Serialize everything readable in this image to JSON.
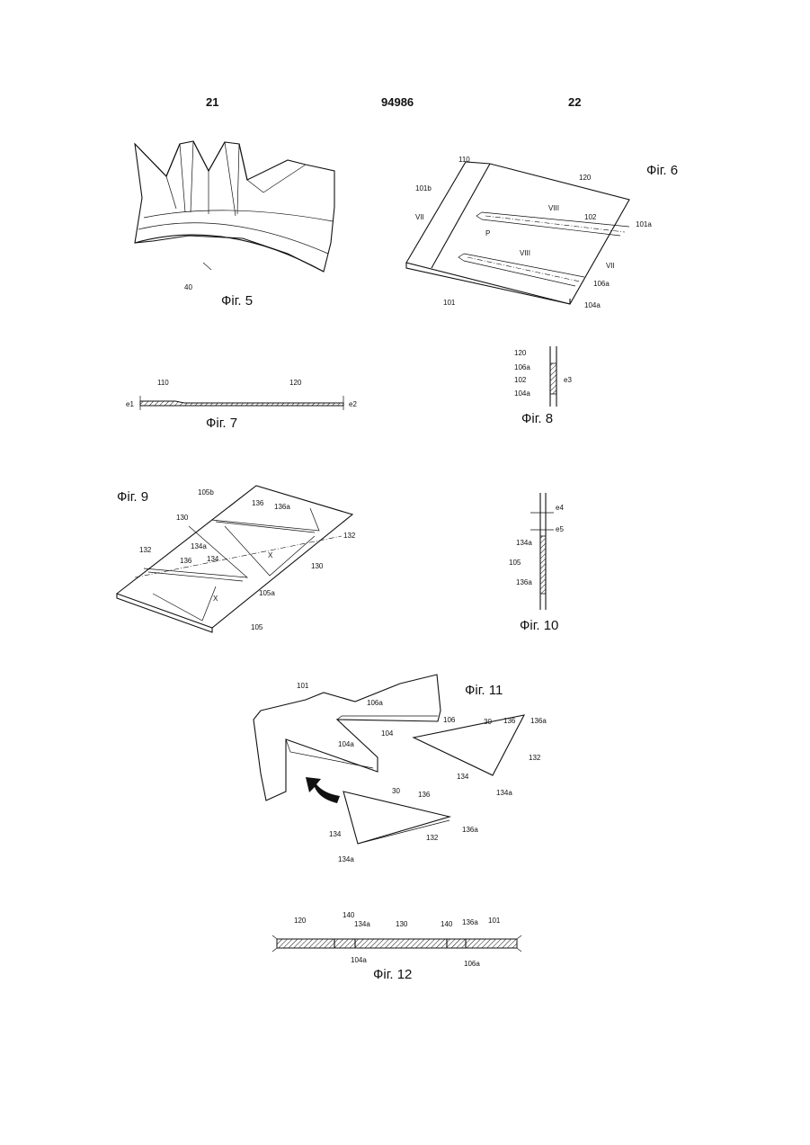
{
  "header": {
    "left_page": "21",
    "patent_number": "94986",
    "right_page": "22"
  },
  "figures": {
    "fig5": {
      "caption": "Фіг. 5",
      "labels": [
        "40"
      ]
    },
    "fig6": {
      "caption": "Фіг. 6",
      "labels": [
        "110",
        "101b",
        "120",
        "VII",
        "VIII",
        "102",
        "101a",
        "P",
        "VIII",
        "VII",
        "106a",
        "104a",
        "101"
      ]
    },
    "fig7": {
      "caption": "Фіг. 7",
      "labels": [
        "110",
        "120",
        "e1",
        "e2"
      ]
    },
    "fig8": {
      "caption": "Фіг. 8",
      "labels": [
        "120",
        "106a",
        "102",
        "104a",
        "e3"
      ]
    },
    "fig9": {
      "caption": "Фіг. 9",
      "labels": [
        "105b",
        "136",
        "136a",
        "130",
        "132",
        "134a",
        "132",
        "134",
        "136",
        "X",
        "130",
        "X",
        "105a",
        "105"
      ]
    },
    "fig10": {
      "caption": "Фіг. 10",
      "labels": [
        "e4",
        "e5",
        "134a",
        "105",
        "136a"
      ]
    },
    "fig11": {
      "caption": "Фіг. 11",
      "labels": [
        "101",
        "106a",
        "106",
        "104a",
        "104",
        "30",
        "136",
        "136a",
        "132",
        "134",
        "134a",
        "30",
        "136",
        "136a",
        "134",
        "132",
        "134a"
      ]
    },
    "fig12": {
      "caption": "Фіг. 12",
      "labels": [
        "120",
        "140",
        "134a",
        "130",
        "140",
        "136a",
        "101",
        "104a",
        "106a"
      ]
    }
  }
}
